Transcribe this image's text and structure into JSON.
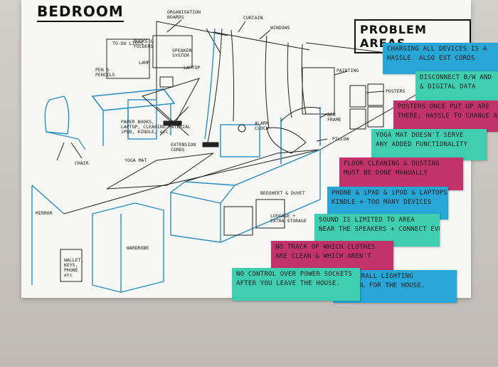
{
  "titles": {
    "bedroom": "BEDROOM",
    "problem_areas": "PROBLEM AREAS"
  },
  "sketch_labels": {
    "organisation_boards": "ORGANISATION\nBOARDS",
    "to_do_lists": "TO-DO LISTS",
    "books_folders": "BOOKS &\nFOLDERS",
    "speaker_system": "SPEAKER\nSYSTEM",
    "pen_pencils": "PEN &\nPENCILS",
    "lamp": "LAMP",
    "laptop": "LAPTOP",
    "curtain": "CURTAIN",
    "windows": "WINDOWS",
    "painting": "PAINTING",
    "posters": "POSTERS",
    "bed_frame": "BED\nFRAME",
    "pillow": "PILLOW",
    "alarm_clock": "ALARM\nCLOCK",
    "extension_cords": "EXTENSION\nCORDS",
    "materials": "PAPER BOOKS,\nLAPTOP, CLEANING MATERIAL\niPOD, KINDLE, etc.",
    "chair": "CHAIR",
    "yoga_mat": "YOGA MAT",
    "bedsheet": "BEDSHEET & DUVET",
    "luggage": "LUGGAGE +\nEXTRA STORAGE",
    "mirror": "MIRROR",
    "wardrobe": "WARDROBE",
    "wallet": "WALLET,\nKEYS,\nPHONE\netc"
  },
  "notes": [
    {
      "color": "blue",
      "line1": "CHARGING ALL DEVICES IS A",
      "line2": "HASSLE. ALSO EXT CORDS"
    },
    {
      "color": "teal",
      "line1": "DISCONNECT B/W AND",
      "line2": "& DIGITAL DATA"
    },
    {
      "color": "pink",
      "line1": "POSTERS ONCE PUT UP ARE",
      "line2": "THERE, HASSLE TO CHANGE AGA"
    },
    {
      "color": "teal",
      "line1": "YOGA MAT DOESN'T SERVE",
      "line2": "ANY ADDED FUNCTIONALITY"
    },
    {
      "color": "pink",
      "line1": "FLOOR CLEANING & DUSTING",
      "line2": "MUST BE DONE MANUALLY"
    },
    {
      "color": "blue",
      "line1": "PHONE & iPAD & iPOD & LAPTOPS &",
      "line2": "KINDLE = TOO MANY DEVICES"
    },
    {
      "color": "teal",
      "line1": "SOUND IS LIMITED TO AREA",
      "line2": "NEAR THE SPEAKERS + CONNECT EVERYTIME"
    },
    {
      "color": "pink",
      "line1": "NO TRACK OF WHICH CLOTHES",
      "line2": "ARE CLEAN & WHICH AREN'T"
    },
    {
      "color": "teal",
      "line1": "NO CONTROL OVER POWER SOCKETS",
      "line2": "AFTER YOU LEAVE THE HOUSE."
    },
    {
      "color": "blue",
      "line1": "NO OVERALL LIGHTING",
      "line2": "CONTROL FOR THE HOUSE."
    }
  ]
}
